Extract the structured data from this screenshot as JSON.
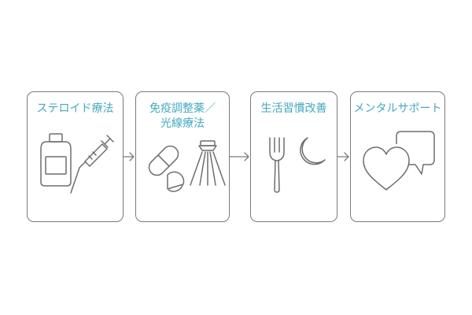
{
  "steps": [
    {
      "title_lines": [
        "ステロイド療法"
      ],
      "icons": [
        "medicine-bottle-icon",
        "syringe-icon"
      ]
    },
    {
      "title_lines": [
        "免疫調整薬／",
        "光線療法"
      ],
      "icons": [
        "pill-capsule-icon",
        "light-lamp-icon"
      ]
    },
    {
      "title_lines": [
        "生活習慣改善"
      ],
      "icons": [
        "fork-icon",
        "crescent-moon-icon"
      ]
    },
    {
      "title_lines": [
        "メンタルサポート"
      ],
      "icons": [
        "heart-icon",
        "speech-bubble-icon"
      ]
    }
  ],
  "colors": {
    "title": "#45a8c0",
    "line": "#7a7a7a",
    "icon": "#6e6e6e"
  }
}
